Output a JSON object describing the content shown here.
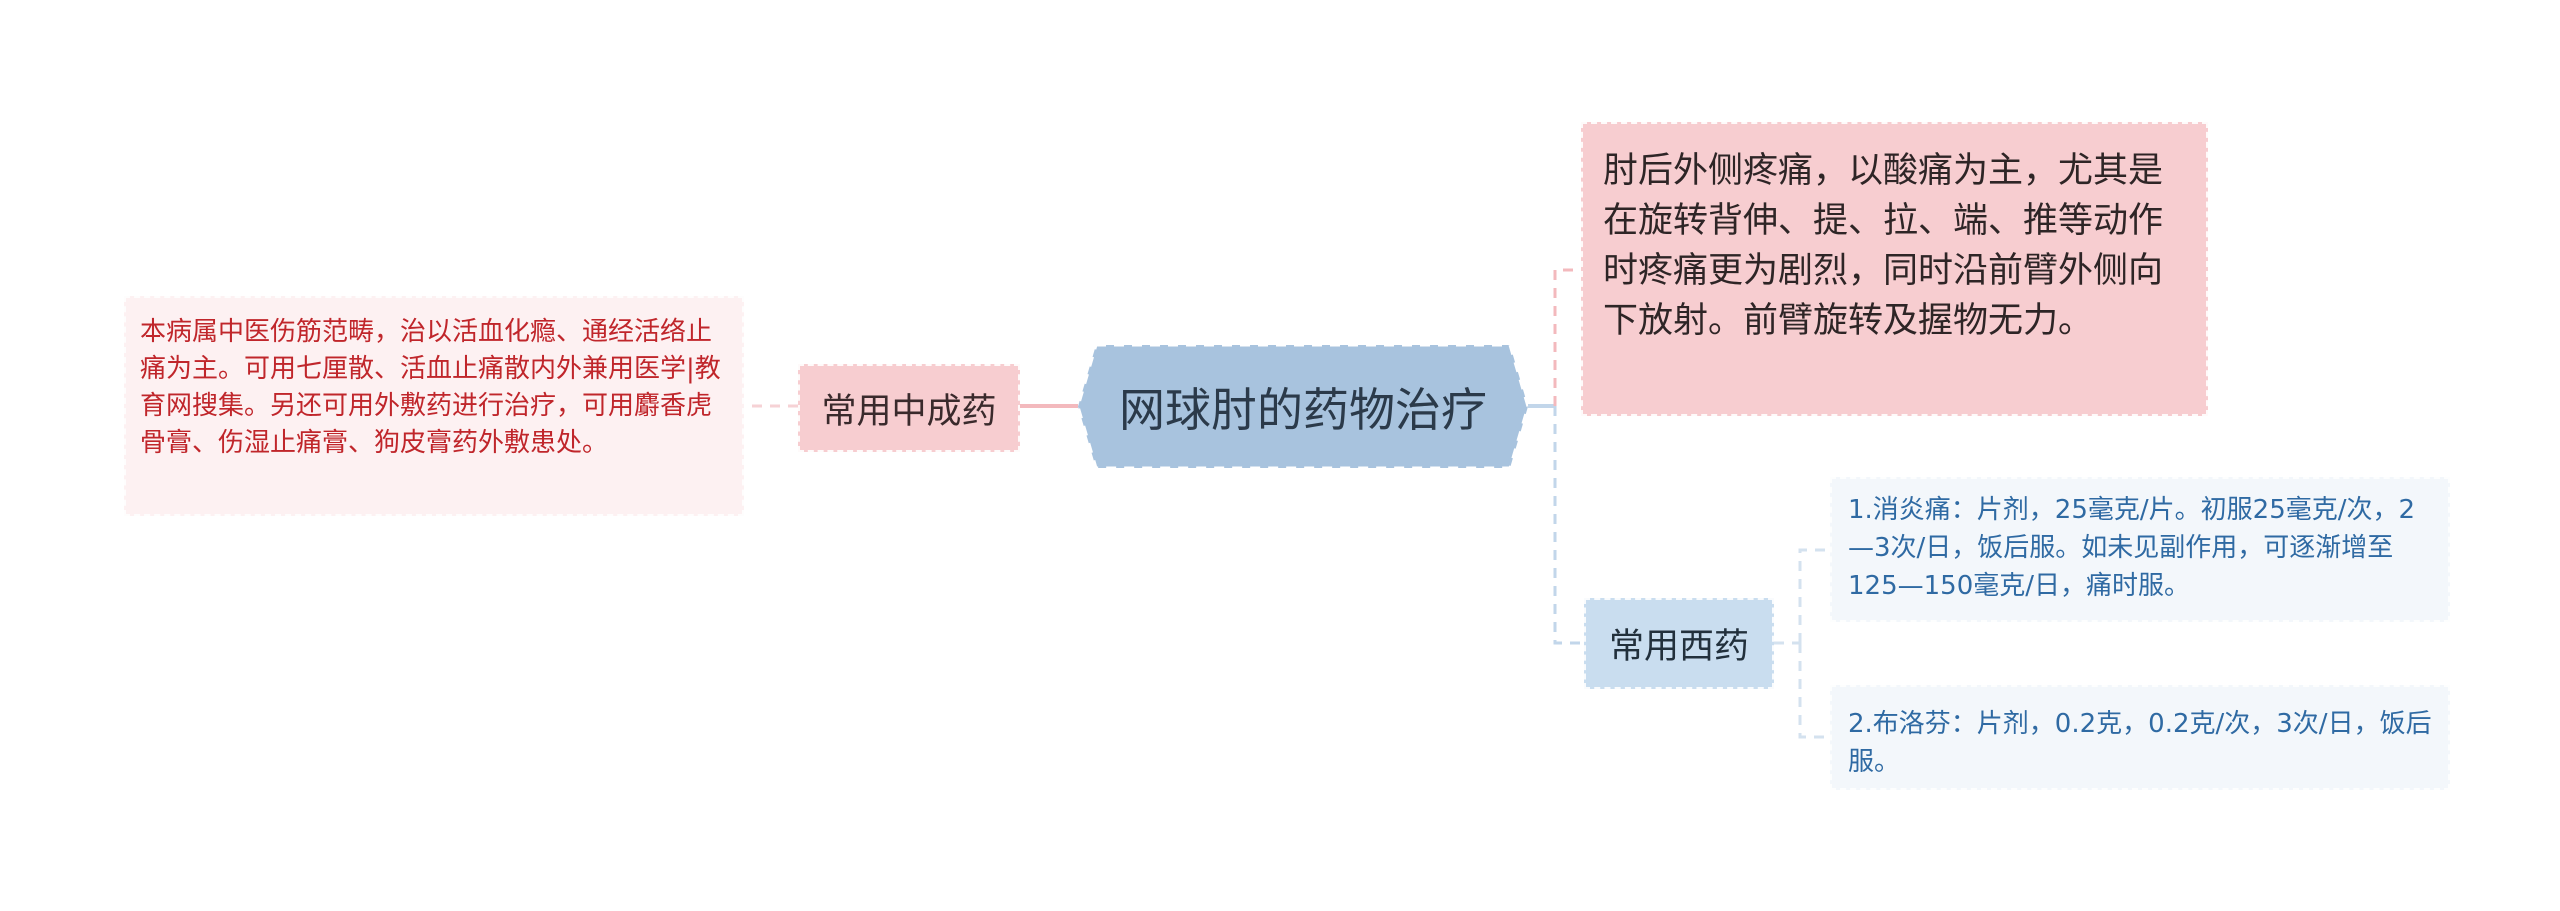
{
  "central": {
    "title": "网球肘的药物治疗"
  },
  "left_branch": {
    "label": "常用中成药",
    "detail": "本病属中医伤筋范畴，治以活血化瘾、通经活络止痛为主。可用七厘散、活血止痛散内外兼用医学|教育网搜集。另还可用外敷药进行治疗，可用麝香虎骨膏、伤湿止痛膏、狗皮膏药外敷患处。"
  },
  "right_top": {
    "text": "肘后外侧疼痛，以酸痛为主，尤其是在旋转背伸、提、拉、端、推等动作时疼痛更为剧烈，同时沿前臂外侧向下放射。前臂旋转及握物无力。"
  },
  "right_branch": {
    "label": "常用西药",
    "items": [
      "1.消炎痛：片剂，25毫克/片。初服25毫克/次，2—3次/日，饭后服。如未见副作用，可逐渐增至125—150毫克/日，痛时服。",
      "2.布洛芬：片剂，0.2克，0.2克/次，3次/日，饭后服。"
    ]
  },
  "colors": {
    "central_fill": "#a8c3de",
    "pink_branch": "#f7cdd0",
    "pink_leaf": "#fdf1f2",
    "blue_branch": "#c9ddef",
    "blue_leaf": "#f3f7fb",
    "red_text": "#c0262b",
    "blue_text": "#2f6aa3"
  }
}
